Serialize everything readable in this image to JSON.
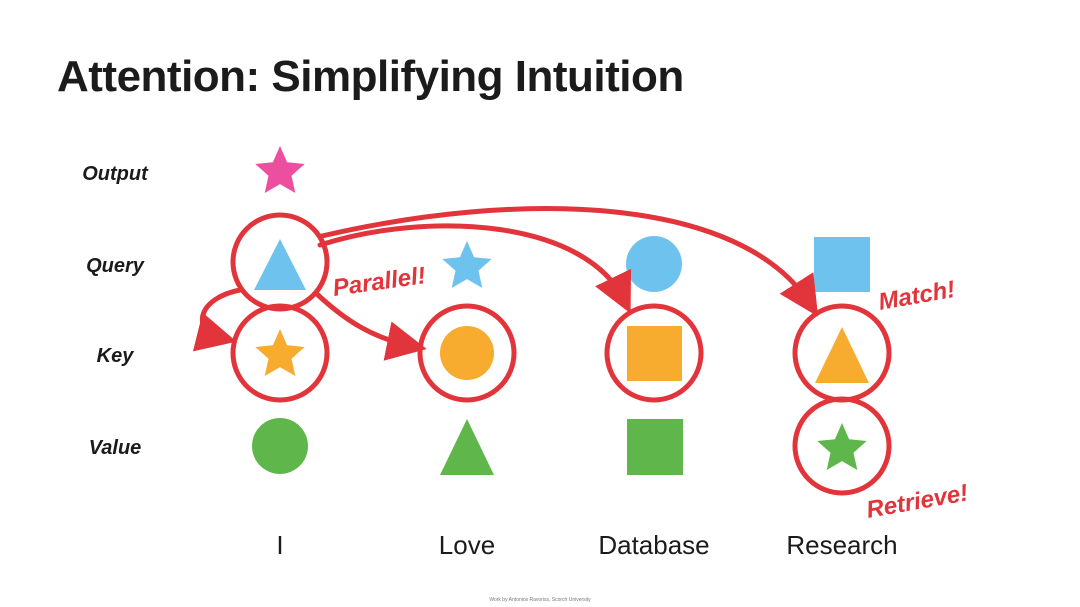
{
  "title": "Attention: Simplifying Intuition",
  "rows": {
    "output": "Output",
    "query": "Query",
    "key": "Key",
    "value": "Value"
  },
  "columns": [
    "I",
    "Love",
    "Database",
    "Research"
  ],
  "annotations": {
    "parallel": "Parallel!",
    "match": "Match!",
    "retrieve": "Retrieve!"
  },
  "credit": "Work by Antonios Ravoriss, Scorch University",
  "grid": {
    "output": [
      "star"
    ],
    "query": [
      "triangle",
      "star",
      "circle",
      "square"
    ],
    "key": [
      "star",
      "circle",
      "square",
      "triangle"
    ],
    "value": [
      "circle",
      "triangle",
      "square",
      "star"
    ]
  },
  "colors": {
    "output": "#ec4fa0",
    "query": "#6ec3ee",
    "key": "#f7ab2f",
    "value": "#5fb64a",
    "highlight": "#e2343b",
    "text": "#1b1b1b"
  }
}
